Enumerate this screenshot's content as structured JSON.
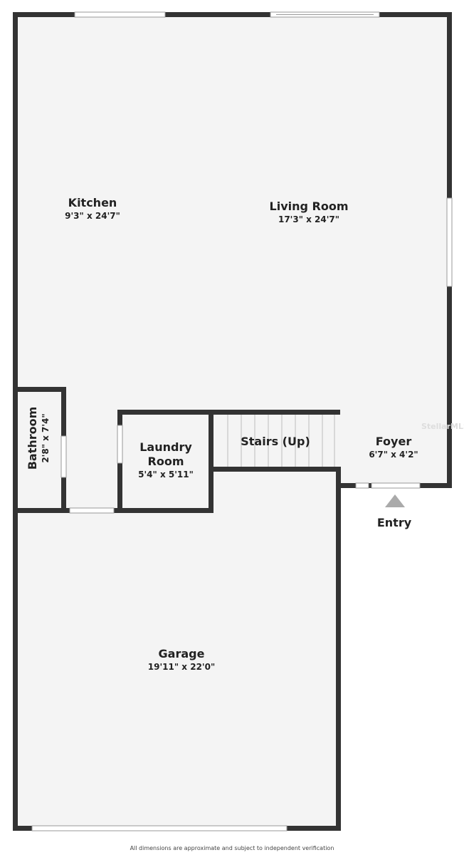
{
  "rooms": {
    "kitchen": {
      "name": "Kitchen",
      "dims": "9'3\" x 24'7\""
    },
    "living_room": {
      "name": "Living Room",
      "dims": "17'3\" x 24'7\""
    },
    "bathroom": {
      "name": "Bathroom",
      "dims": "2'8\" x 7'4\""
    },
    "laundry": {
      "name_line1": "Laundry",
      "name_line2": "Room",
      "dims": "5'4\" x 5'11\""
    },
    "stairs": {
      "name": "Stairs (Up)"
    },
    "foyer": {
      "name": "Foyer",
      "dims": "6'7\" x 4'2\""
    },
    "garage": {
      "name": "Garage",
      "dims": "19'11\" x 22'0\""
    }
  },
  "entry_label": "Entry",
  "watermark": "StellarMLS",
  "footer": "All dimensions are approximate and subject to independent verification",
  "colors": {
    "wall": "#333333",
    "floor": "#f4f4f4",
    "entry_arrow": "#aaaaaa"
  }
}
